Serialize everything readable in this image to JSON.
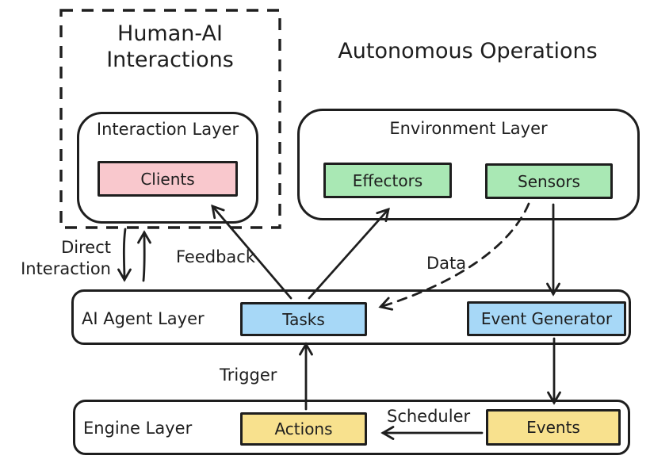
{
  "titles": {
    "human_ai_line1": "Human-AI",
    "human_ai_line2": "Interactions",
    "autonomous": "Autonomous Operations"
  },
  "groups": {
    "interaction": {
      "label": "Interaction Layer"
    },
    "environment": {
      "label": "Environment Layer"
    },
    "agent": {
      "label": "AI Agent Layer"
    },
    "engine": {
      "label": "Engine Layer"
    }
  },
  "nodes": {
    "clients": {
      "label": "Clients",
      "color": "#f9c8cd"
    },
    "effectors": {
      "label": "Effectors",
      "color": "#a9e8b4"
    },
    "sensors": {
      "label": "Sensors",
      "color": "#a9e8b4"
    },
    "tasks": {
      "label": "Tasks",
      "color": "#a7d8f7"
    },
    "event_generator": {
      "label": "Event Generator",
      "color": "#a7d8f7"
    },
    "actions": {
      "label": "Actions",
      "color": "#f8e18e"
    },
    "events": {
      "label": "Events",
      "color": "#f8e18e"
    }
  },
  "edges": {
    "direct_interaction": {
      "label_line1": "Direct",
      "label_line2": "Interaction"
    },
    "feedback": {
      "label": "Feedback"
    },
    "data": {
      "label": "Data"
    },
    "trigger": {
      "label": "Trigger"
    },
    "scheduler": {
      "label": "Scheduler"
    }
  },
  "colors": {
    "stroke": "#1e1e1e",
    "background": "#ffffff"
  }
}
